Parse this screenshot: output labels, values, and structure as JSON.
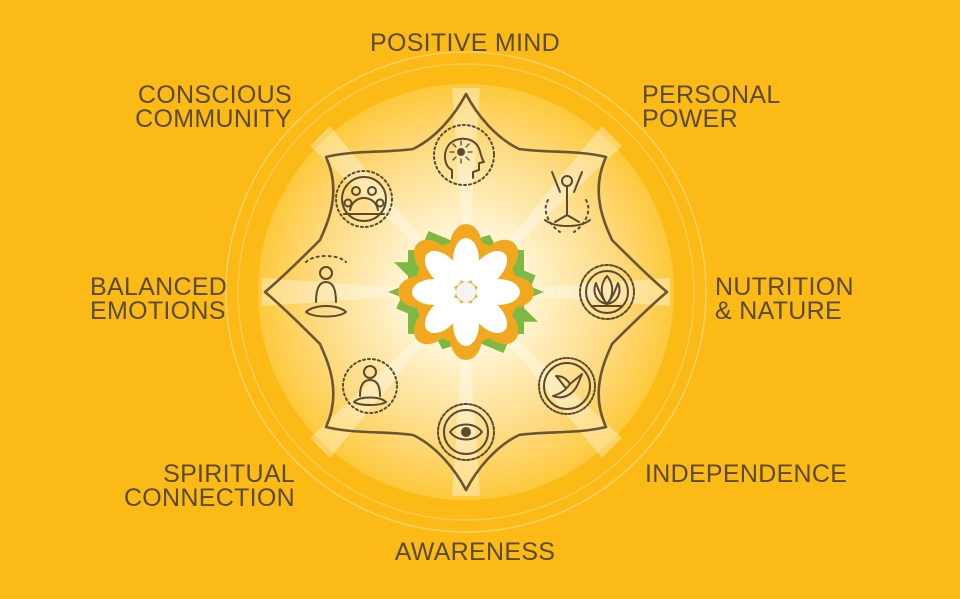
{
  "labels": {
    "positive_mind": [
      "POSITIVE MIND"
    ],
    "personal_power": [
      "PERSONAL",
      "POWER"
    ],
    "nutrition_nature": [
      "NUTRITION",
      "& NATURE"
    ],
    "independence": [
      "INDEPENDENCE"
    ],
    "awareness": [
      "AWARENESS"
    ],
    "spiritual_connection": [
      "SPIRITUAL",
      "CONNECTION"
    ],
    "balanced_emotions": [
      "BALANCED",
      "EMOTIONS"
    ],
    "conscious_community": [
      "CONSCIOUS",
      "COMMUNITY"
    ]
  },
  "colors": {
    "background": "#FBBA16",
    "ink": "#5b4a2e",
    "petal_outline": "#6b5634",
    "lotus_orange": "#F2A81E",
    "lotus_green": "#7DB944",
    "lotus_core": "#FFFFFF"
  },
  "icons": [
    "head-rays-icon",
    "raised-arms-icon",
    "lotus-flower-icon",
    "dove-icon",
    "eye-icon",
    "meditating-figure-aura-icon",
    "meditating-figure-icon",
    "community-group-icon"
  ]
}
